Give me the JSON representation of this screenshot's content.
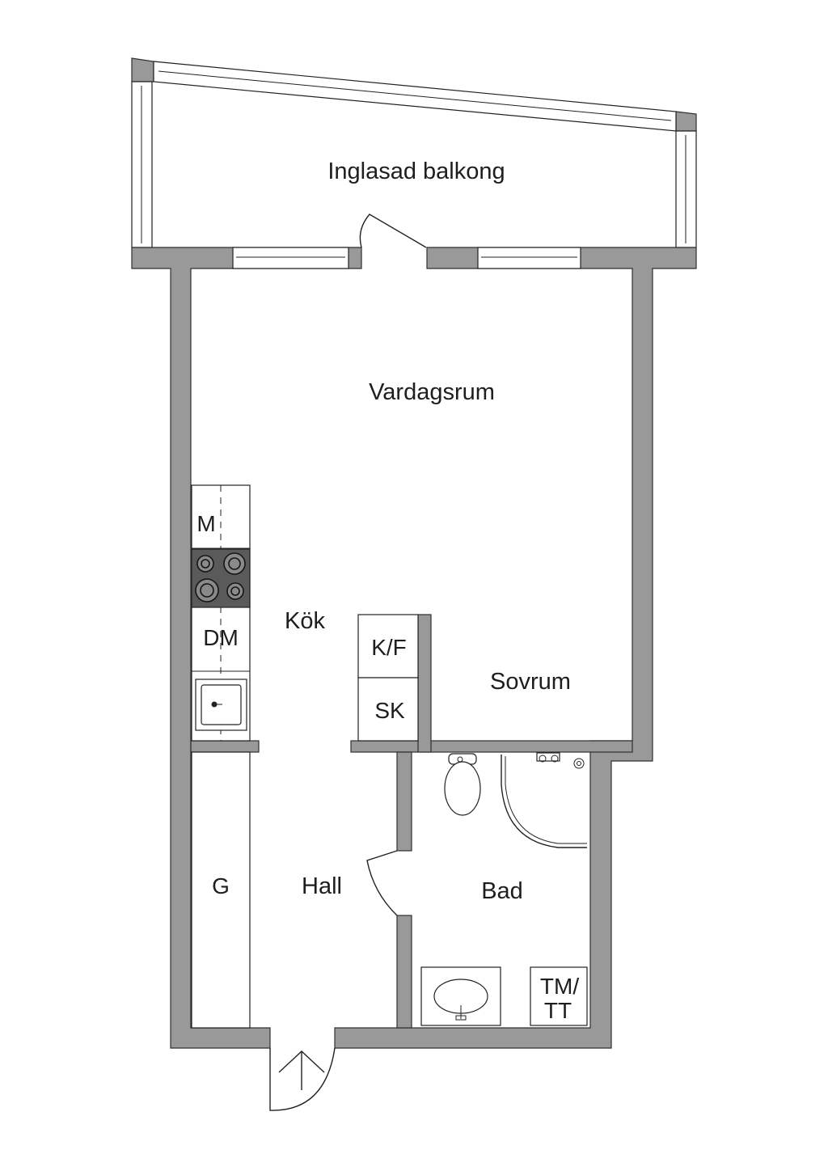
{
  "rooms": {
    "balcony": "Inglasad balkong",
    "living_room": "Vardagsrum",
    "kitchen": "Kök",
    "bedroom": "Sovrum",
    "hall": "Hall",
    "bathroom": "Bad"
  },
  "appliances": {
    "microwave": "M",
    "dishwasher": "DM",
    "fridge_freezer": "K/F",
    "closet": "SK",
    "wardrobe": "G",
    "washer_line1": "TM/",
    "washer_line2": "TT"
  },
  "colors": {
    "wall": "#999999",
    "stove": "#5a5a5a",
    "line": "#222222"
  }
}
